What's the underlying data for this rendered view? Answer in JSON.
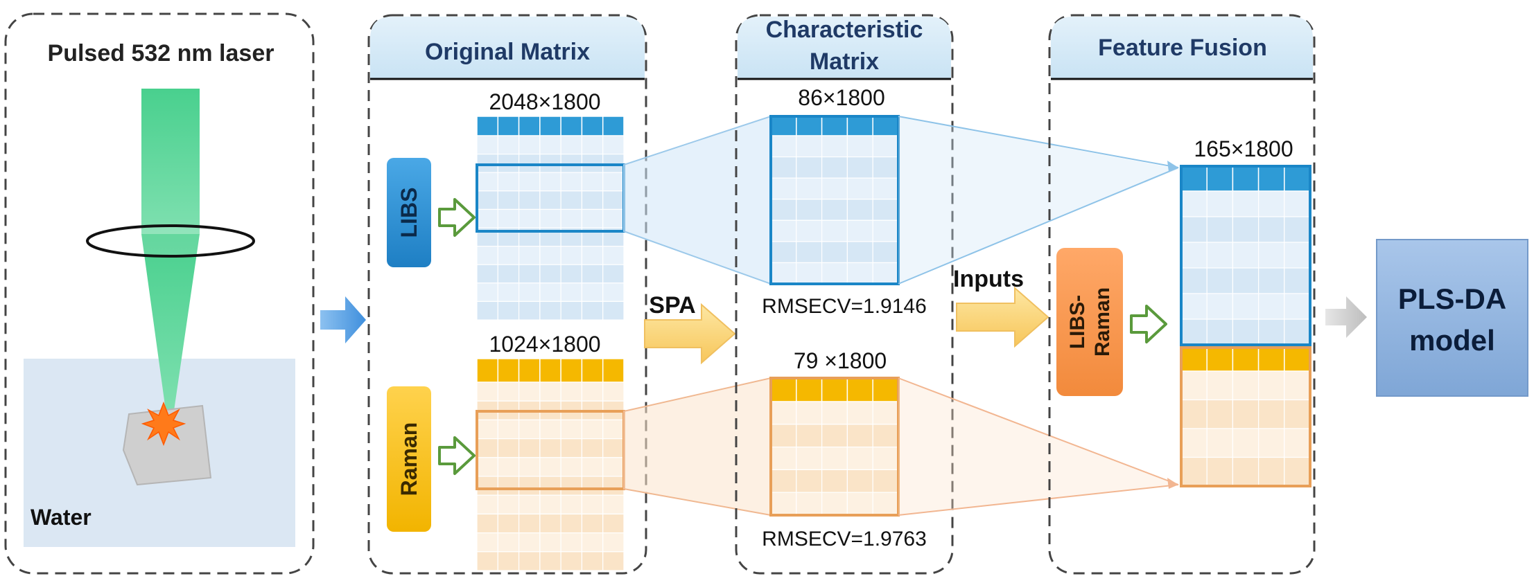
{
  "laser_panel": {
    "title": "Pulsed 532 nm laser",
    "water_label": "Water"
  },
  "original_matrix": {
    "header": "Original Matrix",
    "libs_label": "LIBS",
    "raman_label": "Raman",
    "libs_size": "2048×1800",
    "raman_size": "1024×1800"
  },
  "characteristic_matrix": {
    "header_line1": "Characteristic",
    "header_line2": "Matrix",
    "libs_size": "86×1800",
    "raman_size": "79 ×1800",
    "libs_rmsecv": "RMSECV=1.9146",
    "raman_rmsecv": "RMSECV=1.9763"
  },
  "feature_fusion": {
    "header": "Feature Fusion",
    "fused_size": "165×1800",
    "label_line1": "LIBS-",
    "label_line2": "Raman"
  },
  "arrows": {
    "spa_label": "SPA",
    "inputs_label": "Inputs"
  },
  "output": {
    "line1": "PLS-DA",
    "line2": "model"
  },
  "colors": {
    "libs_blue": "#2e9bd6",
    "raman_orange": "#f5b800",
    "header_fill": "#d5e9f5",
    "water": "#dbe7f3",
    "laser_green": "#4fcf8f",
    "output_box": "#8fb2dc"
  }
}
